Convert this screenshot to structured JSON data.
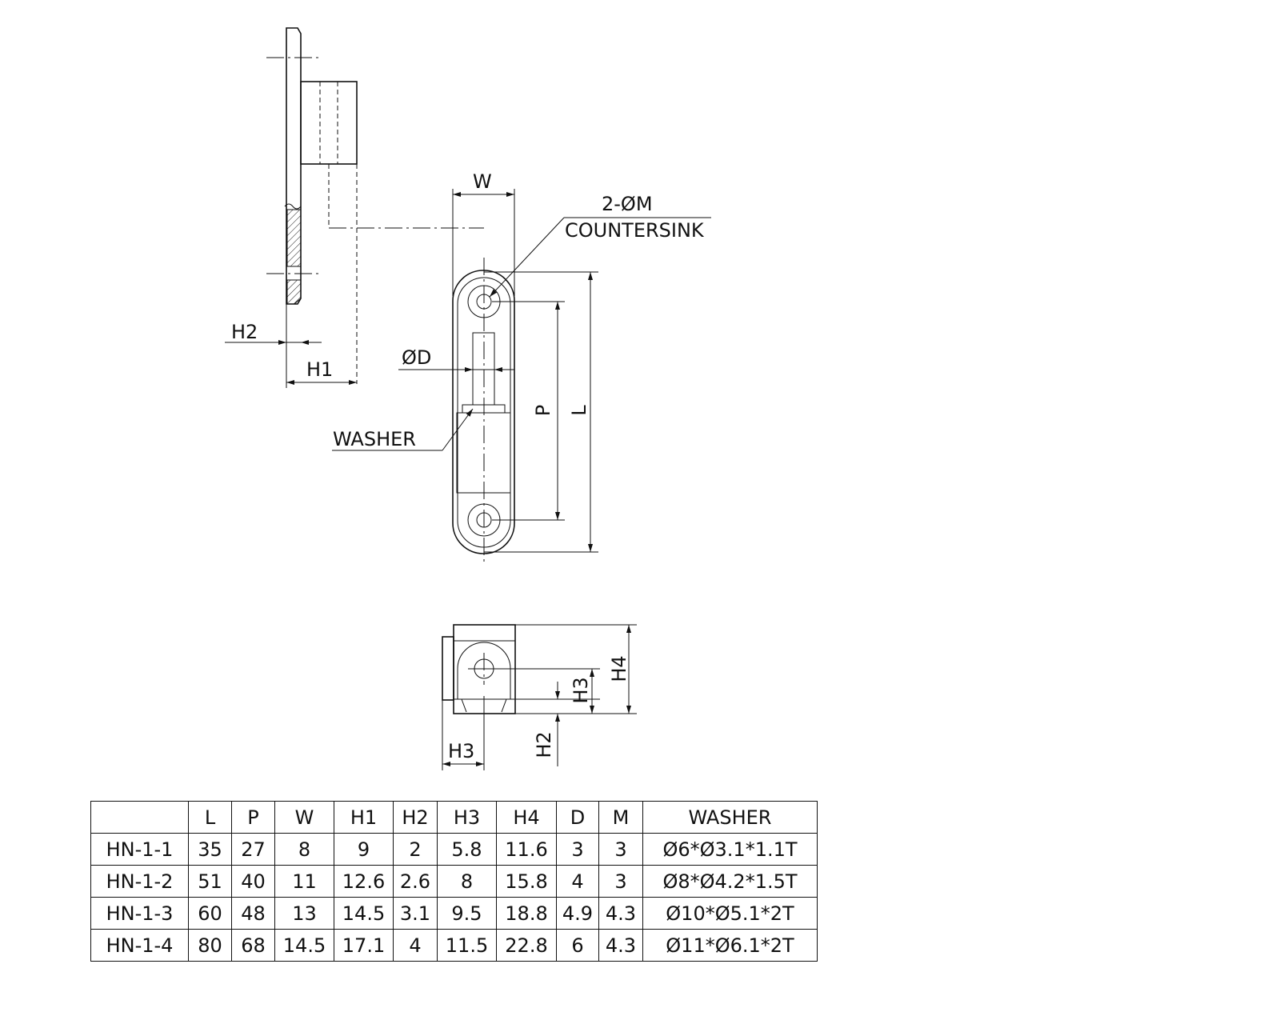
{
  "labels": {
    "w": "W",
    "m": "2-ØM",
    "countersink": "COUNTERSINK",
    "h2": "H2",
    "h1": "H1",
    "d": "ØD",
    "washer": "WASHER",
    "p": "P",
    "l": "L",
    "h4": "H4",
    "h3": "H3"
  },
  "table": {
    "headers": [
      "",
      "L",
      "P",
      "W",
      "H1",
      "H2",
      "H3",
      "H4",
      "D",
      "M",
      "WASHER"
    ],
    "rows": [
      [
        "HN-1-1",
        "35",
        "27",
        "8",
        "9",
        "2",
        "5.8",
        "11.6",
        "3",
        "3",
        "Ø6*Ø3.1*1.1T"
      ],
      [
        "HN-1-2",
        "51",
        "40",
        "11",
        "12.6",
        "2.6",
        "8",
        "15.8",
        "4",
        "3",
        "Ø8*Ø4.2*1.5T"
      ],
      [
        "HN-1-3",
        "60",
        "48",
        "13",
        "14.5",
        "3.1",
        "9.5",
        "18.8",
        "4.9",
        "4.3",
        "Ø10*Ø5.1*2T"
      ],
      [
        "HN-1-4",
        "80",
        "68",
        "14.5",
        "17.1",
        "4",
        "11.5",
        "22.8",
        "6",
        "4.3",
        "Ø11*Ø6.1*2T"
      ]
    ]
  }
}
